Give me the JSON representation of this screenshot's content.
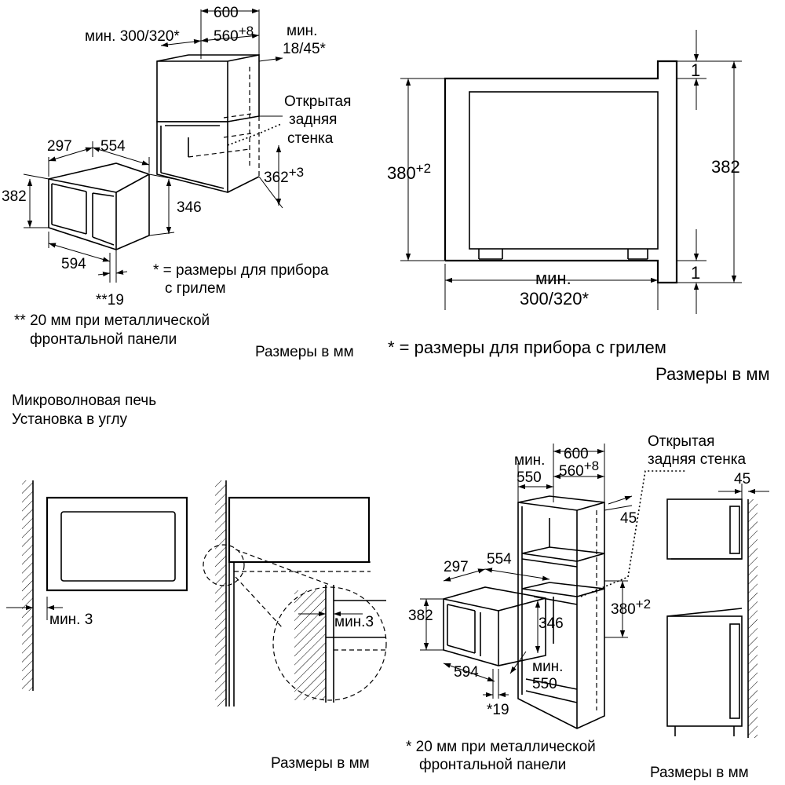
{
  "top_left": {
    "dim_600": "600",
    "dim_min_300_320": "мин. 300/320*",
    "dim_560": "560",
    "dim_560_tol": "+8",
    "dim_min_18_45_a": "мин.",
    "dim_min_18_45_b": "18/45*",
    "open_back_1": "Открытая",
    "open_back_2": "задняя",
    "open_back_3": "стенка",
    "dim_297": "297",
    "dim_554": "554",
    "dim_382": "382",
    "dim_346": "346",
    "dim_362": "362",
    "dim_362_tol": "+3",
    "dim_594": "594",
    "dim_19": "**19",
    "note_grill_1": "* = размеры для прибора",
    "note_grill_2": "с грилем",
    "note_metal_1": "** 20 мм при металлической",
    "note_metal_2": "фронтальной панели",
    "units": "Размеры в мм"
  },
  "top_right": {
    "dim_380": "380",
    "dim_380_tol": "+2",
    "dim_382": "382",
    "dim_1_top": "1",
    "dim_1_bottom": "1",
    "dim_min_a": "мин.",
    "dim_min_b": "300/320*",
    "note_grill": "* = размеры для прибора с грилем",
    "units": "Размеры в мм"
  },
  "section_title": {
    "line1": "Микроволновая печь",
    "line2": "Установка в углу"
  },
  "bottom_left": {
    "dim_min_3": "мин. 3",
    "dim_min_3_detail": "мин.3",
    "units": "Размеры в мм"
  },
  "bottom_right": {
    "dim_min_550_a": "мин.",
    "dim_min_550_b": "550",
    "dim_600": "600",
    "dim_560": "560",
    "dim_560_tol": "+8",
    "open_back_1": "Открытая",
    "open_back_2": "задняя стенка",
    "dim_45": "45",
    "dim_45_side": "45",
    "dim_297": "297",
    "dim_554": "554",
    "dim_382": "382",
    "dim_346": "346",
    "dim_380": "380",
    "dim_380_tol": "+2",
    "dim_594": "594",
    "dim_min_550_lower_a": "мин.",
    "dim_min_550_lower_b": "550",
    "dim_19": "*19",
    "note_metal_1": "* 20 мм при металлической",
    "note_metal_2": "фронтальной панели",
    "units_center": "Размеры в мм",
    "units_right": "Размеры в мм"
  }
}
